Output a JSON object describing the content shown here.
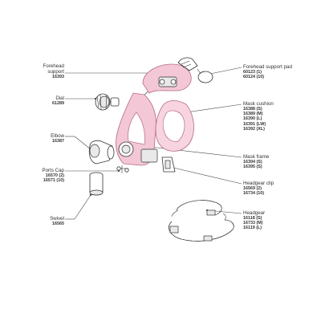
{
  "labels": {
    "forehead_support": {
      "name_line1": "Forehead",
      "name_line2": "support",
      "codes": [
        "16393"
      ]
    },
    "dial": {
      "name": "Dial",
      "codes": [
        "61289"
      ]
    },
    "elbow": {
      "name": "Elbow",
      "codes": [
        "16387"
      ]
    },
    "ports_cap": {
      "name": "Ports Cap",
      "codes": [
        "16570 (2)",
        "16571 (10)"
      ]
    },
    "swivel": {
      "name": "Swivel",
      "codes": [
        "16565"
      ]
    },
    "forehead_support_pad": {
      "name": "Forehead support pad",
      "codes": [
        "60123 (1)",
        "60124 (10)"
      ]
    },
    "mask_cushion": {
      "name": "Mask cushion",
      "codes": [
        "16388 (S)",
        "16389 (M)",
        "16390 (L)",
        "16391 (LW)",
        "16392 (XL)"
      ]
    },
    "mask_frame": {
      "name": "Mask frame",
      "codes": [
        "16394 (S)",
        "16395 (S)"
      ]
    },
    "headgear_clip": {
      "name": "Headgear clip",
      "codes": [
        "16569 (2)",
        "16734 (10)"
      ]
    },
    "headgear": {
      "name": "Headgear",
      "codes": [
        "16118 (S)",
        "16733 (M)",
        "16119 (L)"
      ]
    }
  },
  "colors": {
    "pink": "#f3c7d6",
    "pink_stroke": "#b56a85",
    "line": "#444444"
  }
}
